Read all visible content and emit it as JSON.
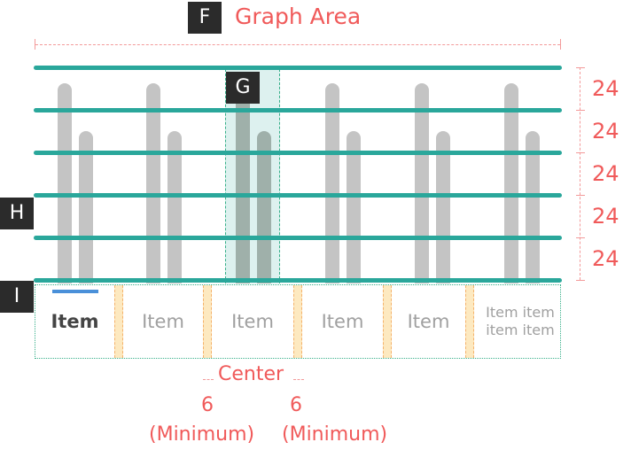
{
  "labels": {
    "f": "F",
    "g": "G",
    "h": "H",
    "i": "I",
    "graph_area": "Graph Area",
    "center": "Center",
    "gap_left": "6",
    "gap_right": "6",
    "minimum_left": "(Minimum)",
    "minimum_right": "(Minimum)"
  },
  "spacing_values": [
    "24",
    "24",
    "24",
    "24",
    "24"
  ],
  "items": [
    "Item",
    "Item",
    "Item",
    "Item",
    "Item",
    "Item item item item"
  ],
  "colors": {
    "gridline": "#2aa79b",
    "bar": "#c4c4c4",
    "annotation": "#f05a5a",
    "highlight": "#4a90d9",
    "gap": "#fde9c0",
    "label_tag": "#2b2b2b"
  }
}
